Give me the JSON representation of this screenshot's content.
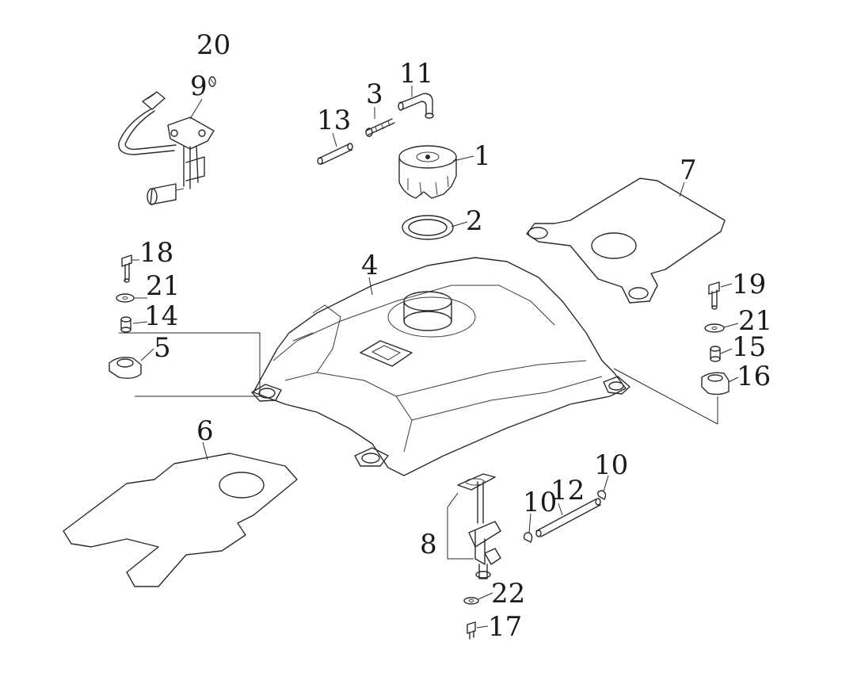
{
  "callouts": {
    "p1": "1",
    "p2": "2",
    "p3": "3",
    "p4": "4",
    "p5": "5",
    "p6": "6",
    "p7": "7",
    "p8": "8",
    "p9": "9",
    "p10a": "10",
    "p10b": "10",
    "p11": "11",
    "p12": "12",
    "p13": "13",
    "p14": "14",
    "p15": "15",
    "p16": "16",
    "p17": "17",
    "p18": "18",
    "p19": "19",
    "p20": "20",
    "p21a": "21",
    "p21b": "21",
    "p22": "22"
  }
}
